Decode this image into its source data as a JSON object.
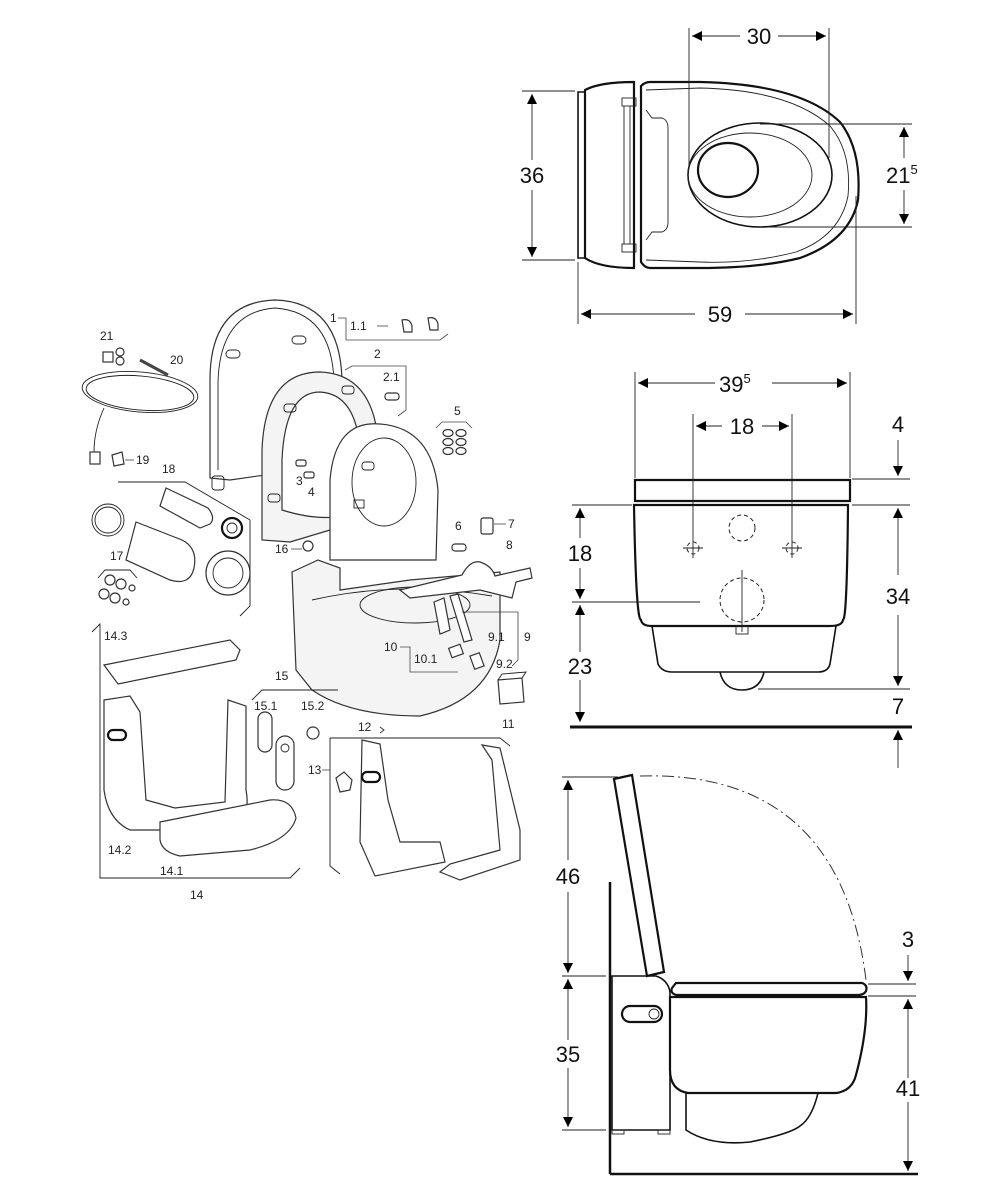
{
  "top_view": {
    "dims": {
      "depth_outer": "59",
      "width": "36",
      "bowl_center_offset": "30",
      "opening_width": {
        "main": "21",
        "sup": "5"
      }
    }
  },
  "front_view": {
    "dims": {
      "overall_width": {
        "main": "39",
        "sup": "5"
      },
      "bolt_spacing": "18",
      "seat_thickness": "4",
      "bolt_height": "18",
      "drain_height": "23",
      "body_height": "34",
      "bottom_gap": "7"
    }
  },
  "side_view": {
    "dims": {
      "lid_height": "46",
      "seat_thickness": "3",
      "wall_height": "35",
      "seat_height": "41"
    }
  },
  "exploded_view": {
    "labels": [
      "1",
      "1.1",
      "2",
      "2.1",
      "3",
      "4",
      "5",
      "6",
      "7",
      "8",
      "9",
      "9.1",
      "9.2",
      "10",
      "10.1",
      "11",
      "12",
      "13",
      "14",
      "14.1",
      "14.2",
      "14.3",
      "15",
      "15.1",
      "15.2",
      "16",
      "17",
      "18",
      "19",
      "20",
      "21"
    ]
  }
}
